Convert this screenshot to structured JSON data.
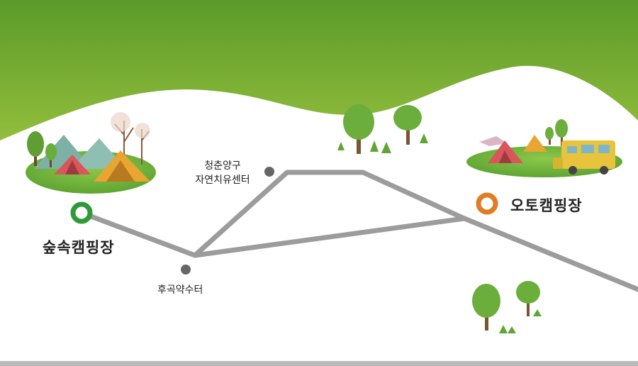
{
  "places": {
    "forest_camping": "숲속캠핑장",
    "auto_camping": "오토캠핑장",
    "youth_center_line1": "청춘양구",
    "youth_center_line2": "자연치유센터",
    "spring": "후곡약수터"
  },
  "colors": {
    "sky_top": "#5b9a2a",
    "sky_bottom": "#e6f08e",
    "route": "#9c9c9c",
    "forest_marker": "#2f9a37",
    "auto_marker": "#e07c24",
    "waypoint_dot": "#666666",
    "grass": "#6fb73a"
  },
  "icons": [
    "tent-icon",
    "tree-icon",
    "camper-van-icon",
    "grass-icon",
    "mountain-icon"
  ]
}
